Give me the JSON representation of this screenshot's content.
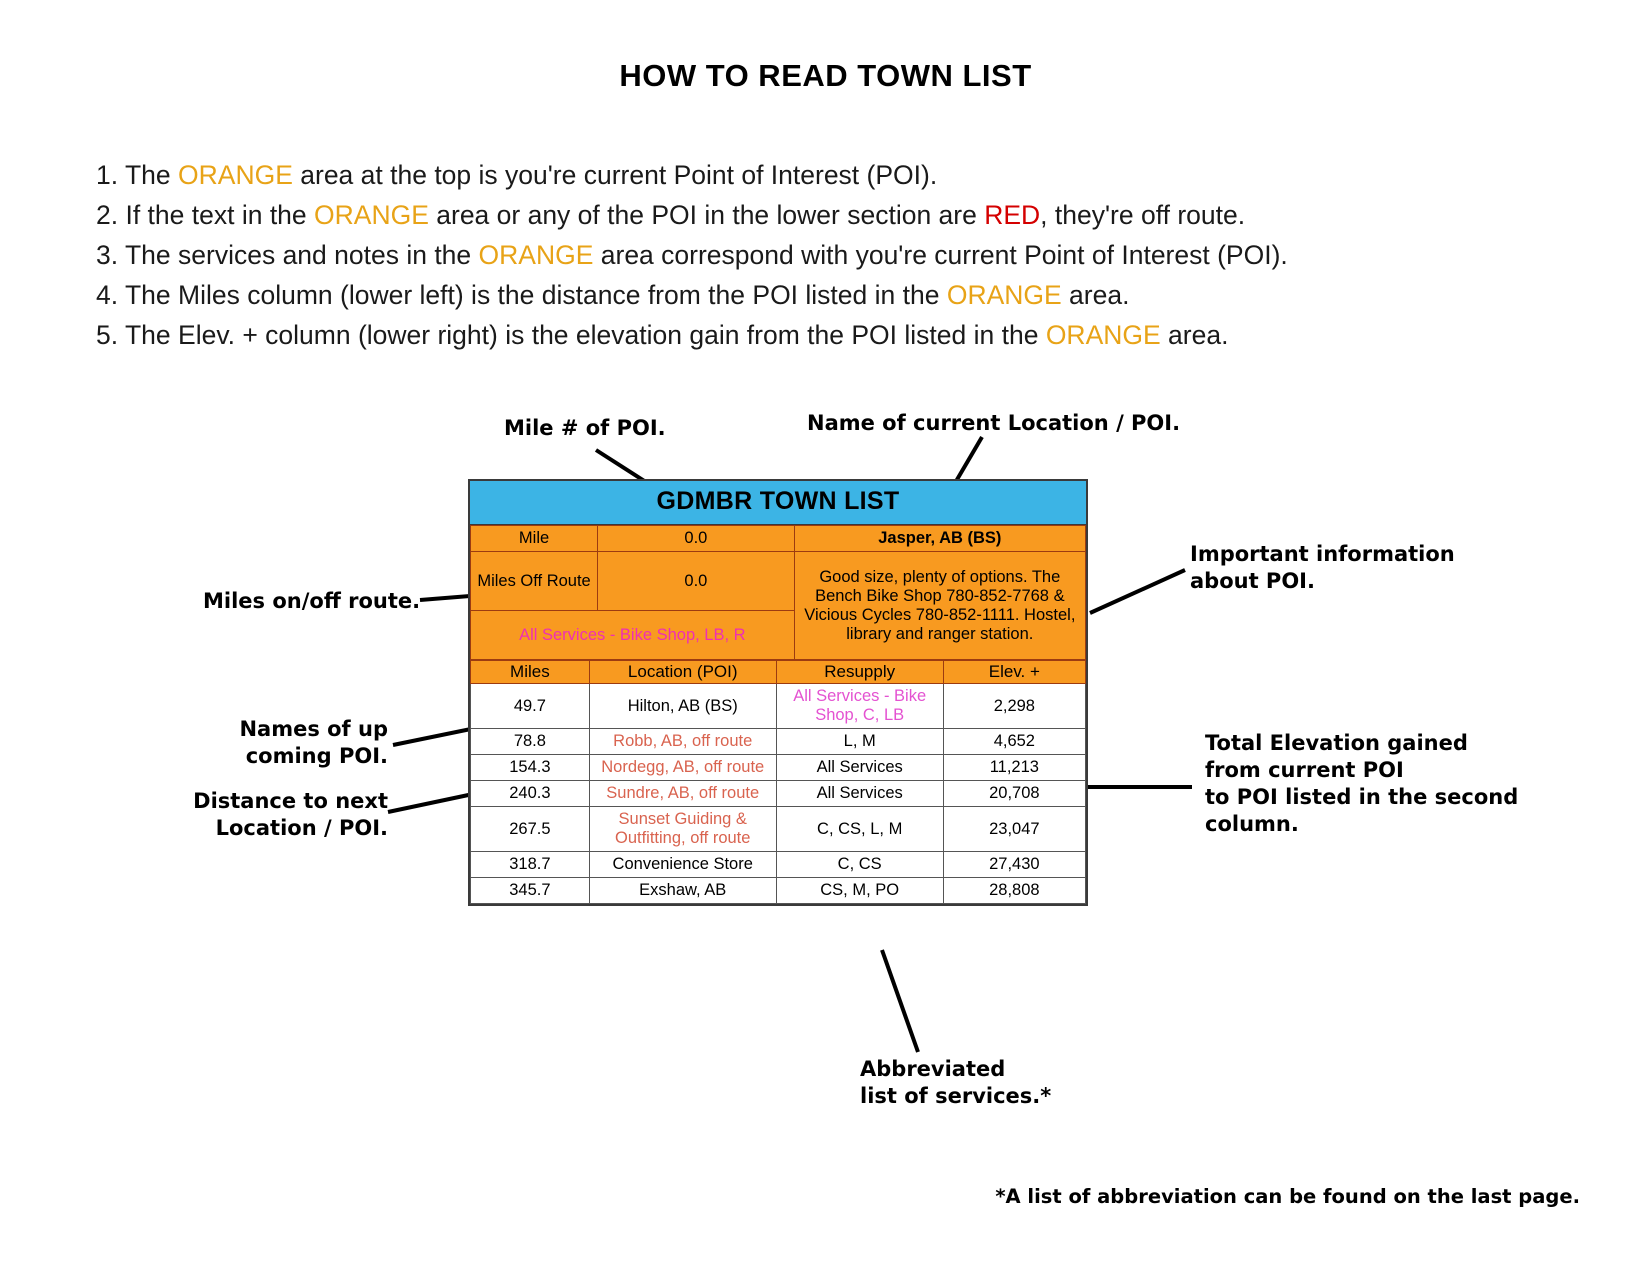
{
  "page": {
    "title": "HOW TO READ TOWN LIST",
    "footnote": "*A list of abbreviation can be found on the  last page."
  },
  "instructions": [
    {
      "number": "1.",
      "parts": [
        {
          "text": " The ",
          "style": "plain"
        },
        {
          "text": "ORANGE",
          "style": "orange"
        },
        {
          "text": " area at the top is you're current Point of Interest (POI).",
          "style": "plain"
        }
      ]
    },
    {
      "number": "2.",
      "parts": [
        {
          "text": " If the text in the ",
          "style": "plain"
        },
        {
          "text": "ORANGE",
          "style": "orange"
        },
        {
          "text": " area or any of the POI in the lower section are ",
          "style": "plain"
        },
        {
          "text": "RED",
          "style": "red"
        },
        {
          "text": ", they're off route.",
          "style": "plain"
        }
      ]
    },
    {
      "number": "3.",
      "parts": [
        {
          "text": " The services and notes in the ",
          "style": "plain"
        },
        {
          "text": "ORANGE",
          "style": "orange"
        },
        {
          "text": " area correspond with you're current Point of Interest (POI).",
          "style": "plain"
        }
      ]
    },
    {
      "number": "4.",
      "parts": [
        {
          "text": " The Miles column (lower left) is the distance from the POI listed in the ",
          "style": "plain"
        },
        {
          "text": "ORANGE",
          "style": "orange"
        },
        {
          "text": " area.",
          "style": "plain"
        }
      ]
    },
    {
      "number": "5.",
      "parts": [
        {
          "text": " The Elev. + column (lower right) is the elevation gain from the POI listed in the ",
          "style": "plain"
        },
        {
          "text": "ORANGE",
          "style": "orange"
        },
        {
          "text": " area.",
          "style": "plain"
        }
      ]
    }
  ],
  "town_list": {
    "banner": "GDMBR TOWN LIST",
    "poi_header": {
      "mile_label": "Mile",
      "mile_value": "0.0",
      "location_name": "Jasper, AB (BS)",
      "miles_off_route_label": "Miles Off Route",
      "miles_off_route_value": "0.0",
      "services": "All Services - Bike Shop, LB, R",
      "notes": "Good size, plenty of options. The Bench Bike Shop 780-852-7768 & Vicious Cycles 780-852-1111. Hostel, library and ranger station."
    },
    "columns": [
      "Miles",
      "Location (POI)",
      "Resupply",
      "Elev. +"
    ],
    "rows": [
      {
        "miles": "49.7",
        "location": "Hilton, AB (BS)",
        "location_offroute": false,
        "resupply": "All Services - Bike Shop, C, LB",
        "resupply_highlight": true,
        "elev": "2,298"
      },
      {
        "miles": "78.8",
        "location": "Robb, AB, off route",
        "location_offroute": true,
        "resupply": "L, M",
        "resupply_highlight": false,
        "elev": "4,652"
      },
      {
        "miles": "154.3",
        "location": "Nordegg, AB, off route",
        "location_offroute": true,
        "resupply": "All Services",
        "resupply_highlight": false,
        "elev": "11,213"
      },
      {
        "miles": "240.3",
        "location": "Sundre, AB, off route",
        "location_offroute": true,
        "resupply": "All Services",
        "resupply_highlight": false,
        "elev": "20,708"
      },
      {
        "miles": "267.5",
        "location": "Sunset Guiding & Outfitting, off route",
        "location_offroute": true,
        "resupply": "C, CS, L, M",
        "resupply_highlight": false,
        "elev": "23,047"
      },
      {
        "miles": "318.7",
        "location": "Convenience Store",
        "location_offroute": false,
        "resupply": "C, CS",
        "resupply_highlight": false,
        "elev": "27,430"
      },
      {
        "miles": "345.7",
        "location": "Exshaw, AB",
        "location_offroute": false,
        "resupply": "CS, M, PO",
        "resupply_highlight": false,
        "elev": "28,808"
      }
    ]
  },
  "callouts": {
    "mile_number": "Mile # of POI.",
    "location_name": "Name of current Location / POI.",
    "miles_on_off_route": "Miles on/off route.",
    "important_info": "Important information\nabout POI.",
    "names_upcoming": "Names of up\ncoming POI.",
    "distance_next": "Distance to next\nLocation / POI.",
    "total_elevation": "Total Elevation gained\nfrom current POI\nto POI listed in the second\ncolumn.",
    "abbrev_services": "Abbreviated\nlist of services.*"
  },
  "colors": {
    "banner_blue": "#3cb4e5",
    "header_orange": "#f89a20",
    "orange_keyword": "#e8a317",
    "red_keyword": "#d40000",
    "off_route_red": "#d9634f",
    "magenta": "#ef2fb4"
  }
}
